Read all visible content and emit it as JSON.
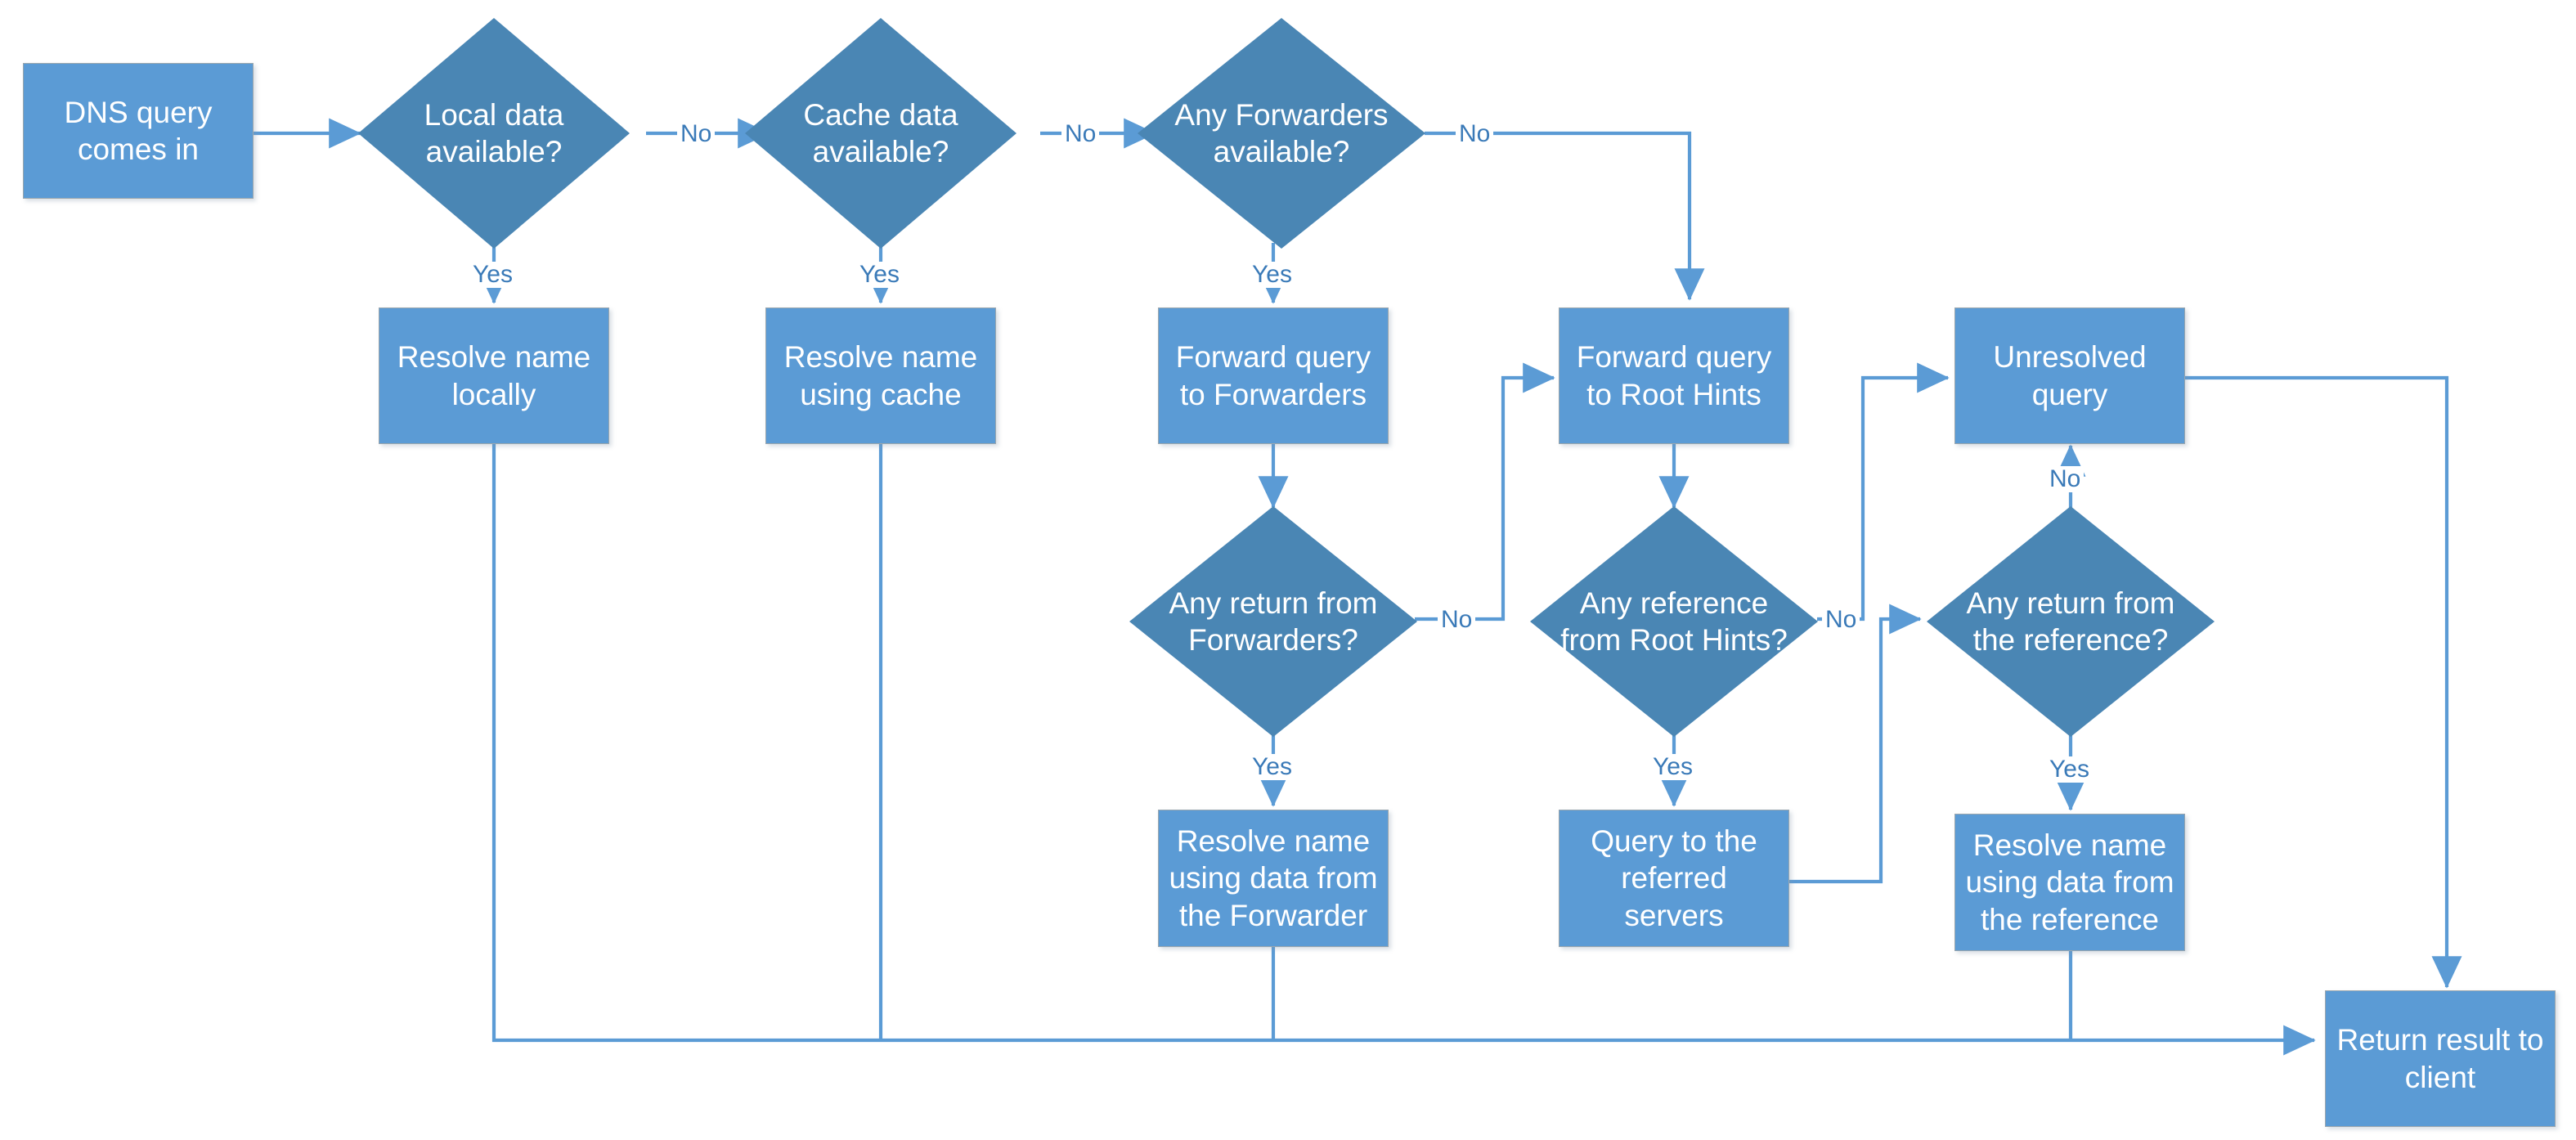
{
  "diagram": {
    "title": "DNS query resolution flowchart",
    "colors": {
      "process_fill": "#5B9BD5",
      "decision_fill": "#4A86B4",
      "connector": "#5B9BD5",
      "label_text": "#3A7AB8",
      "node_text": "#FFFFFF",
      "background": "#FFFFFF"
    },
    "nodes": [
      {
        "id": "dns_query_in",
        "shape": "process",
        "label": "DNS query\ncomes in"
      },
      {
        "id": "local_data",
        "shape": "decision",
        "label": "Local data\navailable?"
      },
      {
        "id": "cache_data",
        "shape": "decision",
        "label": "Cache data\navailable?"
      },
      {
        "id": "any_forwarders",
        "shape": "decision",
        "label": "Any Forwarders\navailable?"
      },
      {
        "id": "resolve_locally",
        "shape": "process",
        "label": "Resolve name\nlocally"
      },
      {
        "id": "resolve_cache",
        "shape": "process",
        "label": "Resolve name\nusing cache"
      },
      {
        "id": "forward_forwarders",
        "shape": "process",
        "label": "Forward query\nto Forwarders"
      },
      {
        "id": "forward_root_hints",
        "shape": "process",
        "label": "Forward query\nto Root Hints"
      },
      {
        "id": "unresolved_query",
        "shape": "process",
        "label": "Unresolved\nquery"
      },
      {
        "id": "return_forwarders",
        "shape": "decision",
        "label": "Any return from\nForwarders?"
      },
      {
        "id": "reference_root",
        "shape": "decision",
        "label": "Any reference\nfrom Root Hints?"
      },
      {
        "id": "return_reference",
        "shape": "decision",
        "label": "Any return from\nthe reference?"
      },
      {
        "id": "resolve_forwarder",
        "shape": "process",
        "label": "Resolve name\nusing data from\nthe Forwarder"
      },
      {
        "id": "query_referred",
        "shape": "process",
        "label": "Query to the\nreferred servers"
      },
      {
        "id": "resolve_reference",
        "shape": "process",
        "label": "Resolve name\nusing data from\nthe reference"
      },
      {
        "id": "return_result",
        "shape": "process",
        "label": "Return result to\nclient"
      }
    ],
    "edge_labels": {
      "local_no": "No",
      "local_yes": "Yes",
      "cache_no": "No",
      "cache_yes": "Yes",
      "forwarders_no": "No",
      "forwarders_yes": "Yes",
      "return_forwarders_no": "No",
      "return_forwarders_yes": "Yes",
      "reference_root_no": "No",
      "reference_root_yes": "Yes",
      "return_reference_no": "No",
      "return_reference_yes": "Yes"
    },
    "edges": [
      {
        "from": "dns_query_in",
        "to": "local_data",
        "label": ""
      },
      {
        "from": "local_data",
        "to": "cache_data",
        "label": "No"
      },
      {
        "from": "local_data",
        "to": "resolve_locally",
        "label": "Yes"
      },
      {
        "from": "cache_data",
        "to": "any_forwarders",
        "label": "No"
      },
      {
        "from": "cache_data",
        "to": "resolve_cache",
        "label": "Yes"
      },
      {
        "from": "any_forwarders",
        "to": "forward_root_hints",
        "label": "No"
      },
      {
        "from": "any_forwarders",
        "to": "forward_forwarders",
        "label": "Yes"
      },
      {
        "from": "forward_forwarders",
        "to": "return_forwarders",
        "label": ""
      },
      {
        "from": "return_forwarders",
        "to": "forward_root_hints",
        "label": "No"
      },
      {
        "from": "return_forwarders",
        "to": "resolve_forwarder",
        "label": "Yes"
      },
      {
        "from": "forward_root_hints",
        "to": "reference_root",
        "label": ""
      },
      {
        "from": "reference_root",
        "to": "unresolved_query",
        "label": "No"
      },
      {
        "from": "reference_root",
        "to": "query_referred",
        "label": "Yes"
      },
      {
        "from": "query_referred",
        "to": "return_reference",
        "label": ""
      },
      {
        "from": "return_reference",
        "to": "unresolved_query",
        "label": "No"
      },
      {
        "from": "return_reference",
        "to": "resolve_reference",
        "label": "Yes"
      },
      {
        "from": "unresolved_query",
        "to": "return_result",
        "label": ""
      },
      {
        "from": "resolve_locally",
        "to": "return_result",
        "label": ""
      },
      {
        "from": "resolve_cache",
        "to": "return_result",
        "label": ""
      },
      {
        "from": "resolve_forwarder",
        "to": "return_result",
        "label": ""
      },
      {
        "from": "resolve_reference",
        "to": "return_result",
        "label": ""
      }
    ]
  }
}
